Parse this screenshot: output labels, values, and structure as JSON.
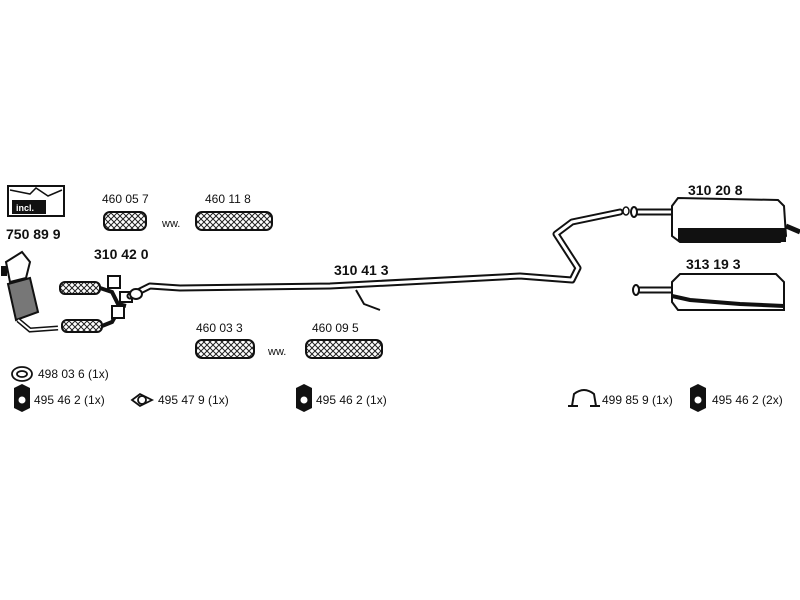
{
  "kit": {
    "incl_label": "incl.",
    "part": "750 89 9"
  },
  "front": {
    "flex_top_1": "460 05 7",
    "flex_top_2": "460 11 8",
    "ww_top": "ww.",
    "front_pipe": "310 42 0",
    "flex_bottom_1": "460 03 3",
    "flex_bottom_2": "460 09 5",
    "ww_bottom": "ww."
  },
  "middle": {
    "middle_pipe": "310 41 3"
  },
  "rear": {
    "rear_silencer_1": "310 20 8",
    "rear_silencer_2": "313 19 3"
  },
  "hardware": {
    "gasket_ring": "498 03 6 (1x)",
    "hanger_a": "495 46 2 (1x)",
    "gasket_oval": "495 47 9 (1x)",
    "hanger_b": "495 46 2 (1x)",
    "clamp": "499 85 9 (1x)",
    "hanger_c": "495 46 2 (2x)"
  }
}
